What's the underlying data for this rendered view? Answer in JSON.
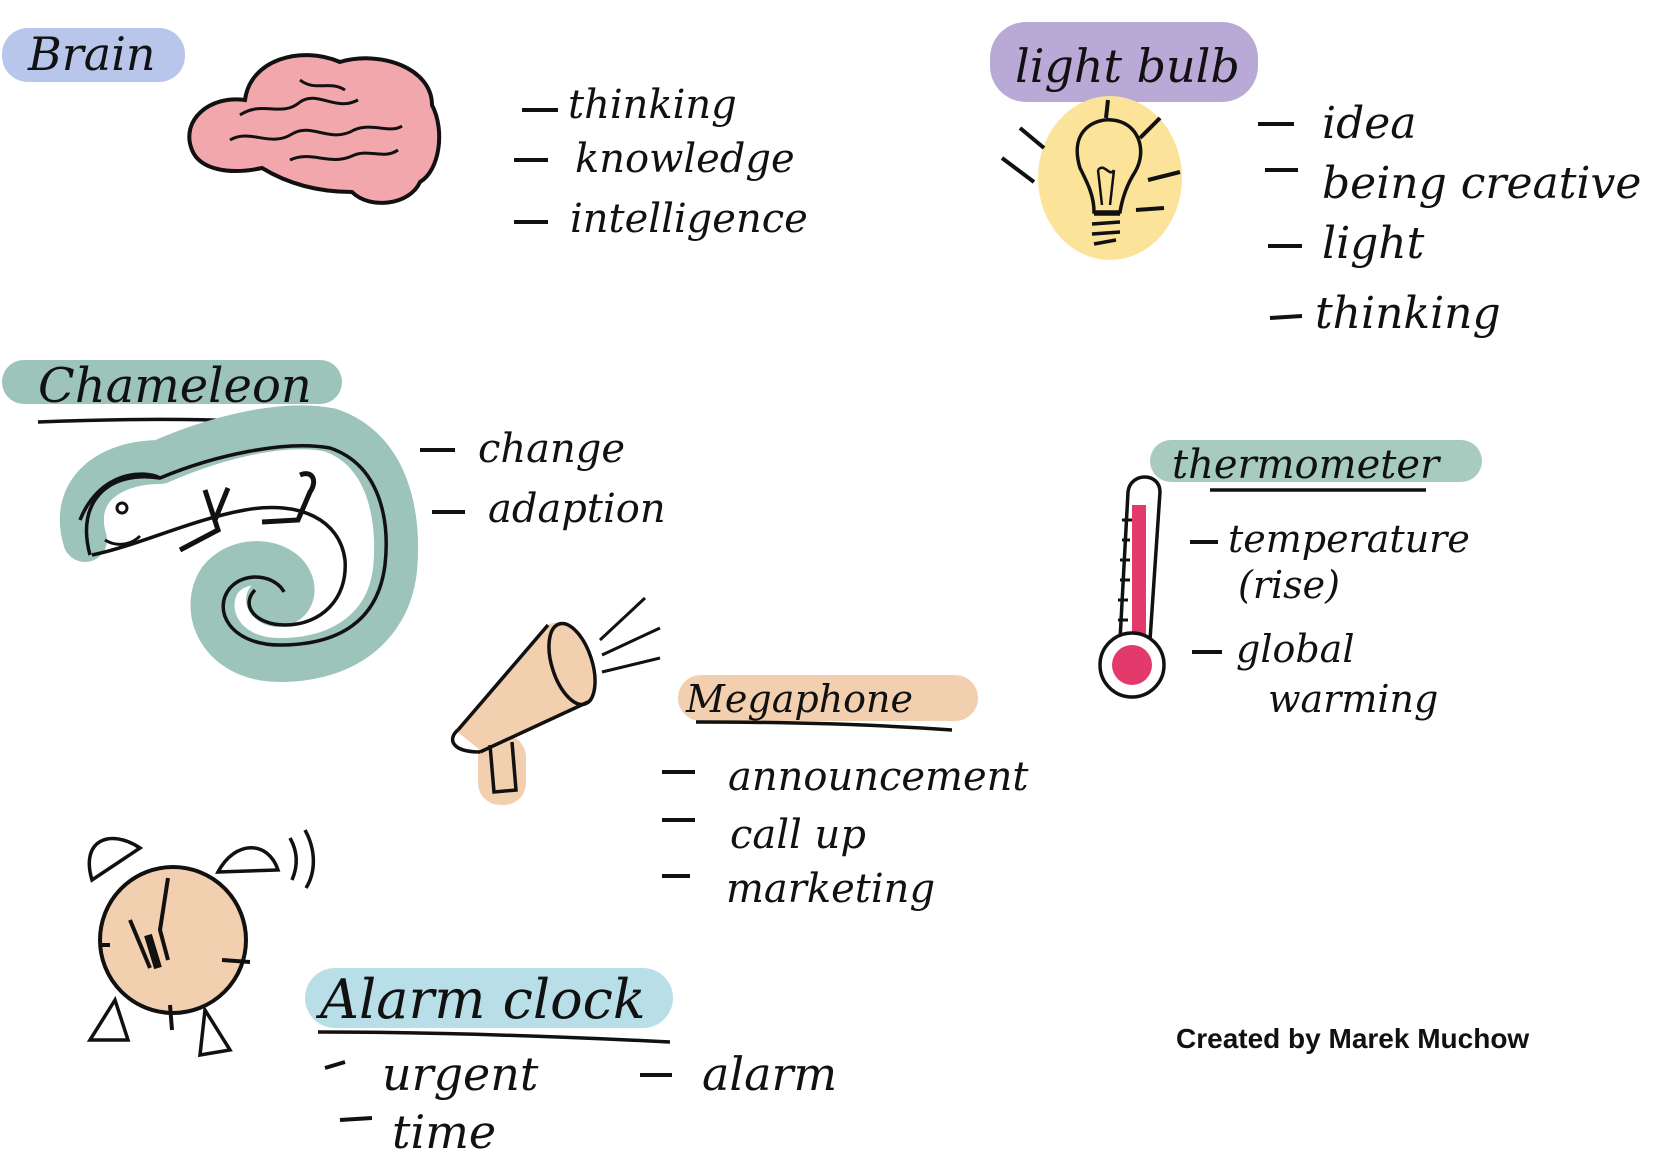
{
  "colors": {
    "brain": "#f2a7ad",
    "brain_label": "#b7c6ea",
    "bulb_label": "#b9a9d6",
    "bulb_glow": "#fbe39a",
    "chameleon": "#9cc4bb",
    "megaphone": "#f2cfae",
    "clock": "#f2cfae",
    "alarm_label": "#b8dfe8",
    "thermo_label": "#a8cbbf",
    "mercury": "#e23b6b",
    "ink": "#111111"
  },
  "brain": {
    "label": "Brain",
    "items": [
      "thinking",
      "knowledge",
      "intelligence"
    ]
  },
  "light_bulb": {
    "label": "light bulb",
    "items": [
      "idea",
      "being creative",
      "light",
      "thinking"
    ]
  },
  "chameleon": {
    "label": "Chameleon",
    "items": [
      "change",
      "adaption"
    ]
  },
  "thermometer": {
    "label": "thermometer",
    "items": [
      "temperature",
      "(rise)",
      "global",
      "warming"
    ]
  },
  "megaphone": {
    "label": "Megaphone",
    "items": [
      "announcement",
      "call up",
      "marketing"
    ]
  },
  "alarm_clock": {
    "label": "Alarm clock",
    "items": [
      "urgent",
      "alarm",
      "time"
    ]
  },
  "credit": "Created by Marek Muchow"
}
